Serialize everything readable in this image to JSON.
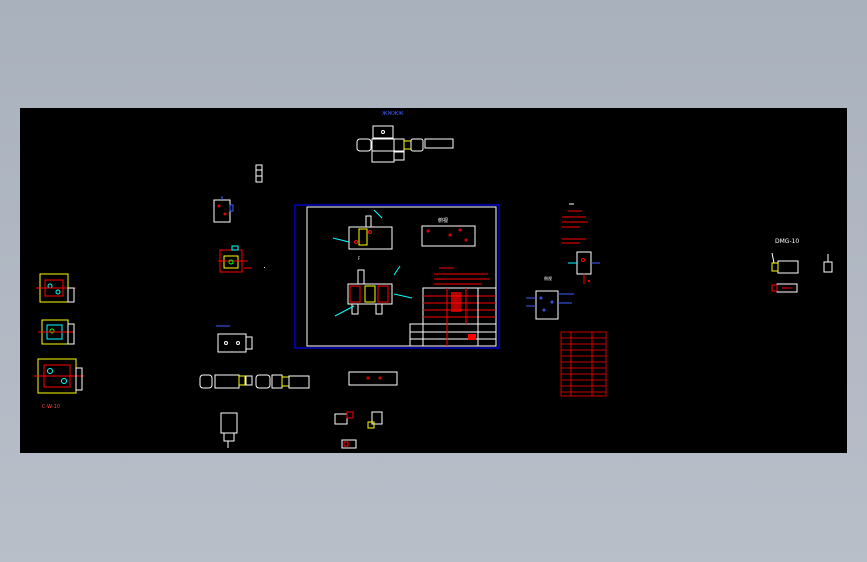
{
  "viewport": {
    "background": "#000000",
    "frame_color": "#aab2be"
  },
  "colors": {
    "white": "#ffffff",
    "red": "#ff0000",
    "blue": "#0000ff",
    "cyan": "#00ffff",
    "yellow": "#ffff00",
    "green": "#00ff00",
    "magenta": "#ff00ff"
  },
  "labels": {
    "top_assembly": "ЖЖЖЖ",
    "left_part_caption": "C-W-10",
    "right_part_caption": "DMG-10",
    "sheet_view_label": "俯视",
    "front_view_label": "F",
    "side_label": "侧视"
  }
}
